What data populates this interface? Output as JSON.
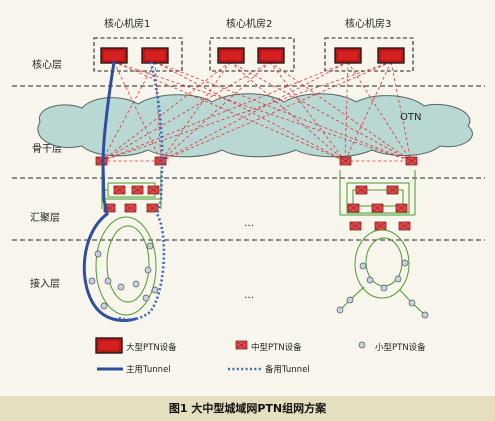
{
  "layers": {
    "core": "核心层",
    "backbone": "骨干层",
    "aggregation": "汇聚层",
    "access": "接入层"
  },
  "rooms": [
    "核心机房1",
    "核心机房2",
    "核心机房3"
  ],
  "otn_label": "OTN",
  "ellipsis": "…",
  "legend": {
    "large": "大型PTN设备",
    "medium": "中型PTN设备",
    "small": "小型PTN设备",
    "primary": "主用Tunnel",
    "backup": "备用Tunnel"
  },
  "caption": "图1  大中型城域网PTN组网方案",
  "colors": {
    "device_red": "#d42020",
    "primary_tunnel": "#2e4f9e",
    "backup_tunnel": "#3a68c2",
    "mesh_red": "#e03030",
    "ring_green": "#4a9a2a",
    "otn_cloud": "#b9d8d4"
  }
}
